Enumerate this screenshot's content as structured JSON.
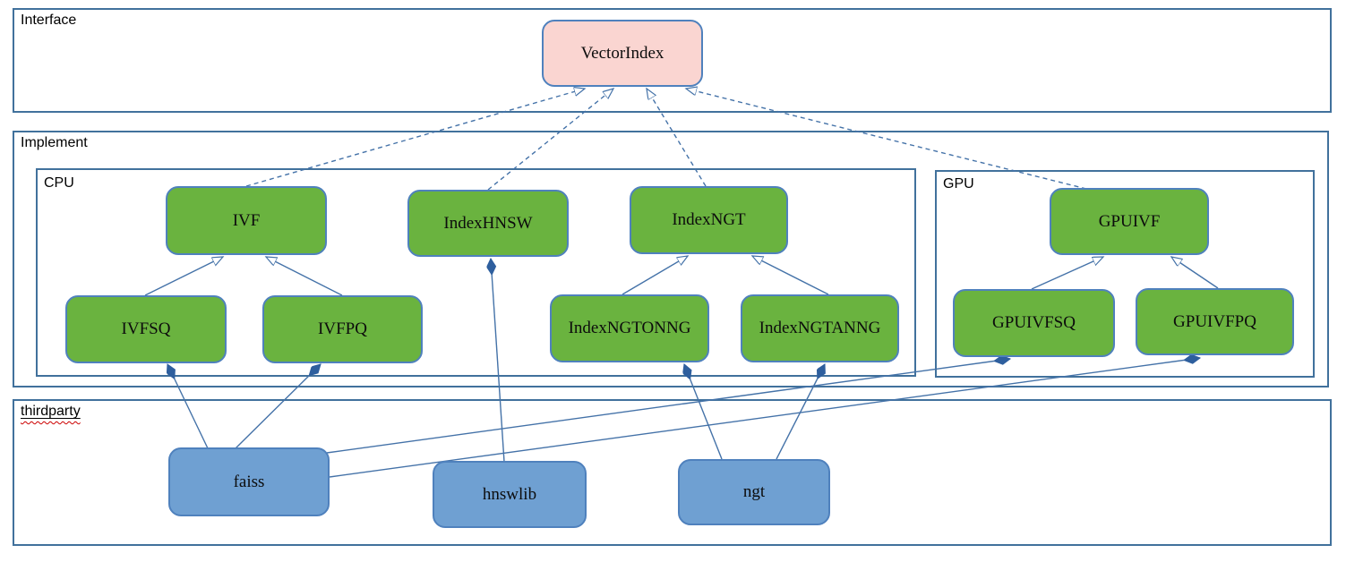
{
  "diagram": {
    "containers": {
      "interface": {
        "label": "Interface"
      },
      "implement": {
        "label": "Implement"
      },
      "cpu": {
        "label": "CPU"
      },
      "gpu": {
        "label": "GPU"
      },
      "thirdparty": {
        "label": "thirdparty",
        "spellcheck_underline": true
      }
    },
    "nodes": {
      "vectorindex": {
        "label": "VectorIndex",
        "group": "interface",
        "fill": "#FAD5D1"
      },
      "ivf": {
        "label": "IVF",
        "group": "cpu",
        "fill": "#6AB33F"
      },
      "indexhnsw": {
        "label": "IndexHNSW",
        "group": "cpu",
        "fill": "#6AB33F"
      },
      "indexngt": {
        "label": "IndexNGT",
        "group": "cpu",
        "fill": "#6AB33F"
      },
      "ivfsq": {
        "label": "IVFSQ",
        "group": "cpu",
        "fill": "#6AB33F"
      },
      "ivfpq": {
        "label": "IVFPQ",
        "group": "cpu",
        "fill": "#6AB33F"
      },
      "indexngtonng": {
        "label": "IndexNGTONNG",
        "group": "cpu",
        "fill": "#6AB33F"
      },
      "indexngtanng": {
        "label": "IndexNGTANNG",
        "group": "cpu",
        "fill": "#6AB33F"
      },
      "gpuivf": {
        "label": "GPUIVF",
        "group": "gpu",
        "fill": "#6AB33F"
      },
      "gpuivfsq": {
        "label": "GPUIVFSQ",
        "group": "gpu",
        "fill": "#6AB33F"
      },
      "gpuivfpq": {
        "label": "GPUIVFPQ",
        "group": "gpu",
        "fill": "#6AB33F"
      },
      "faiss": {
        "label": "faiss",
        "group": "thirdparty",
        "fill": "#6FA0D2"
      },
      "hnswlib": {
        "label": "hnswlib",
        "group": "thirdparty",
        "fill": "#6FA0D2"
      },
      "ngt": {
        "label": "ngt",
        "group": "thirdparty",
        "fill": "#6FA0D2"
      }
    },
    "edges": [
      {
        "from": "ivf",
        "to": "vectorindex",
        "type": "implements",
        "style": "dashed-open-triangle"
      },
      {
        "from": "indexhnsw",
        "to": "vectorindex",
        "type": "implements",
        "style": "dashed-open-triangle"
      },
      {
        "from": "indexngt",
        "to": "vectorindex",
        "type": "implements",
        "style": "dashed-open-triangle"
      },
      {
        "from": "gpuivf",
        "to": "vectorindex",
        "type": "implements",
        "style": "dashed-open-triangle"
      },
      {
        "from": "ivfsq",
        "to": "ivf",
        "type": "inherits",
        "style": "solid-hollow-triangle"
      },
      {
        "from": "ivfpq",
        "to": "ivf",
        "type": "inherits",
        "style": "solid-hollow-triangle"
      },
      {
        "from": "indexngtonng",
        "to": "indexngt",
        "type": "inherits",
        "style": "solid-hollow-triangle"
      },
      {
        "from": "indexngtanng",
        "to": "indexngt",
        "type": "inherits",
        "style": "solid-hollow-triangle"
      },
      {
        "from": "gpuivfsq",
        "to": "gpuivf",
        "type": "inherits",
        "style": "solid-hollow-triangle"
      },
      {
        "from": "gpuivfpq",
        "to": "gpuivf",
        "type": "inherits",
        "style": "solid-hollow-triangle"
      },
      {
        "from": "faiss",
        "to": "ivfsq",
        "type": "composition",
        "style": "solid-filled-diamond"
      },
      {
        "from": "faiss",
        "to": "ivfpq",
        "type": "composition",
        "style": "solid-filled-diamond"
      },
      {
        "from": "faiss",
        "to": "gpuivfsq",
        "type": "composition",
        "style": "solid-filled-diamond"
      },
      {
        "from": "faiss",
        "to": "gpuivfpq",
        "type": "composition",
        "style": "solid-filled-diamond"
      },
      {
        "from": "hnswlib",
        "to": "indexhnsw",
        "type": "composition",
        "style": "solid-filled-diamond"
      },
      {
        "from": "ngt",
        "to": "indexngtonng",
        "type": "composition",
        "style": "solid-filled-diamond"
      },
      {
        "from": "ngt",
        "to": "indexngtanng",
        "type": "composition",
        "style": "solid-filled-diamond"
      }
    ],
    "colors": {
      "container_border": "#41719C",
      "node_border": "#4F81BD",
      "connector": "#4472A8",
      "diamond_fill": "#2E5F9E",
      "green_fill": "#6AB33F",
      "pink_fill": "#FAD5D1",
      "blue_fill": "#6FA0D2",
      "spellcheck_wave": "#CC0000",
      "background": "#FFFFFF"
    }
  }
}
